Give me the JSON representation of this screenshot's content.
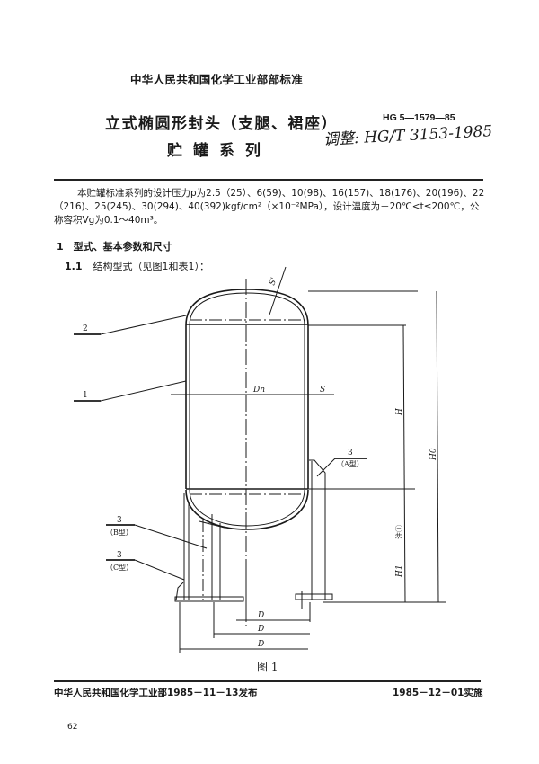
{
  "header": {
    "organization": "中华人民共和国化学工业部部标准",
    "title_line1": "立式椭圆形封头（支腿、裙座）",
    "title_line2": "贮罐系列",
    "standard_number": "HG 5—1579—85",
    "handwritten_note": "调整: HG/T 3153-1985"
  },
  "body": {
    "intro_paragraph": "本贮罐标准系列的设计压力p为2.5（25）、6(59)、10(98)、16(157)、18(176)、20(196)、22（216)、25(245)、30(294)、40(392)kgf/cm²（×10⁻²MPa），设计温度为－20℃<t≤200℃，公称容积Vg为0.1～40m³。",
    "section_1_heading": "1　型式、基本参数和尺寸",
    "section_1_1_number": "1.1",
    "section_1_1_text": "结构型式（见图1和表1）："
  },
  "figure": {
    "caption": "图 1",
    "labels": {
      "part_1": "1",
      "part_2": "2",
      "part_3_a": "3",
      "part_3_a_type": "（A型）",
      "part_3_b": "3",
      "part_3_b_type": "（B型）",
      "part_3_c": "3",
      "part_3_c_type": "（C型）",
      "head_thickness": "S'",
      "inner_diameter": "Dn",
      "shell_thickness": "S",
      "height_h": "H",
      "height_h0": "H0",
      "height_h1": "H1",
      "note": "注①",
      "dim_d": "D"
    }
  },
  "footer": {
    "issued": "中华人民共和国化学工业部1985－11－13发布",
    "effective": "1985－12－01实施",
    "page_number": "62"
  }
}
